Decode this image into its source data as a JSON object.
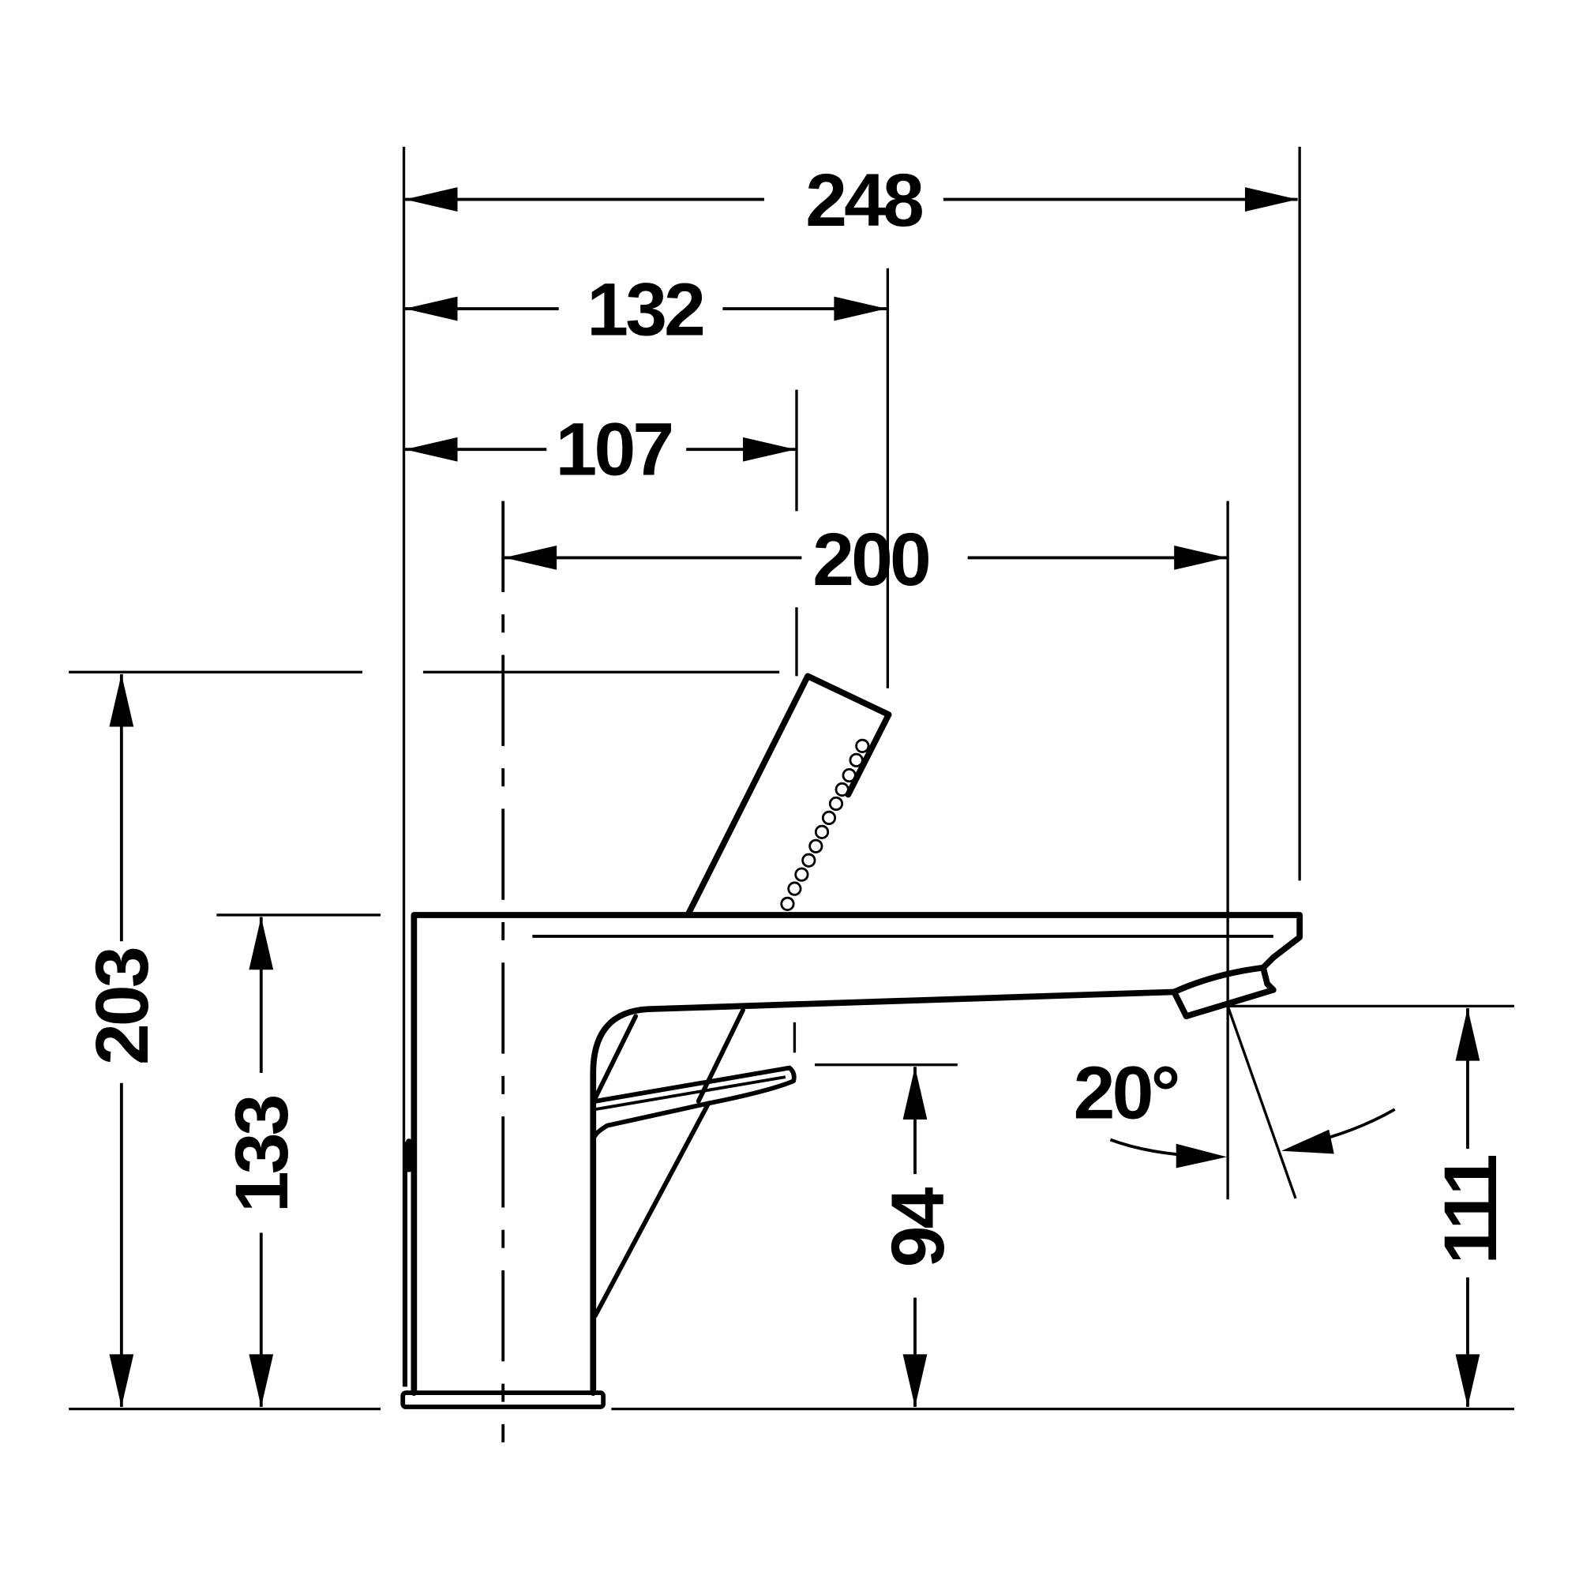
{
  "drawing": {
    "subject": "Bath tub mixer with hand shower — side elevation",
    "units": "mm",
    "colors": {
      "line": "#000000",
      "background": "#ffffff"
    }
  },
  "dimensions": {
    "overall_width": {
      "value": "248",
      "orientation": "horizontal"
    },
    "handshower_outer_offset": {
      "value": "132",
      "orientation": "horizontal"
    },
    "handshower_inner_offset": {
      "value": "107",
      "orientation": "horizontal"
    },
    "centre_to_outlet": {
      "value": "200",
      "orientation": "horizontal"
    },
    "overall_height": {
      "value": "203",
      "orientation": "vertical"
    },
    "body_height": {
      "value": "133",
      "orientation": "vertical"
    },
    "lever_height": {
      "value": "94",
      "orientation": "vertical"
    },
    "outlet_height": {
      "value": "111",
      "orientation": "vertical"
    },
    "outlet_angle": {
      "value": "20°",
      "orientation": "angular"
    }
  }
}
